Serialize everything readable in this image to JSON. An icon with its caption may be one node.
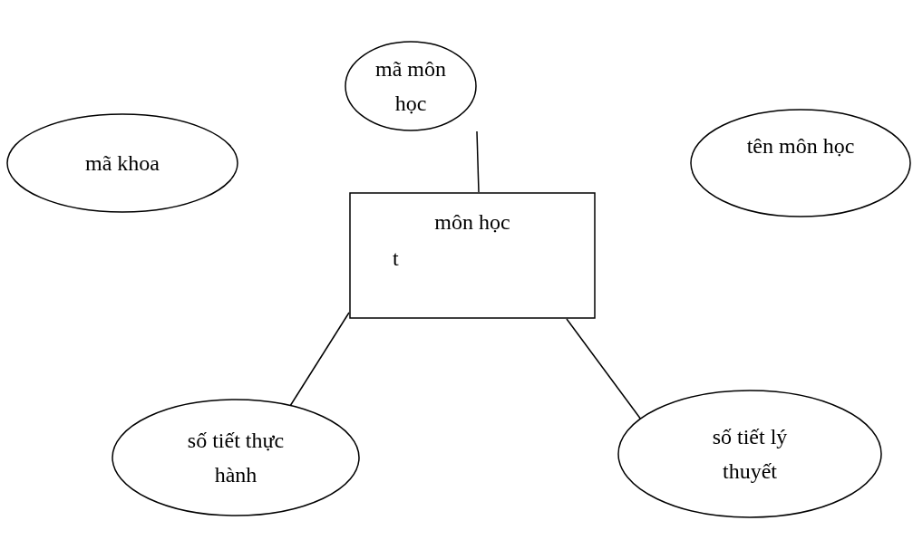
{
  "diagram": {
    "nodes": [
      {
        "text": [
          "mã môn học"
        ]
      },
      {
        "text": [
          "mã khoa"
        ]
      },
      {
        "text": [
          "tên môn học"
        ]
      },
      {
        "text": [
          "môn học",
          "t"
        ]
      },
      {
        "text": [
          "số tiết thực hành"
        ]
      },
      {
        "text": [
          "số tiết lý thuyết"
        ]
      }
    ],
    "edges": [
      {
        "from": 0,
        "to": 3,
        "arrow": "none"
      },
      {
        "from": 3,
        "to": 4,
        "arrow": "none"
      },
      {
        "from": 3,
        "to": 5,
        "arrow": "none"
      }
    ]
  }
}
